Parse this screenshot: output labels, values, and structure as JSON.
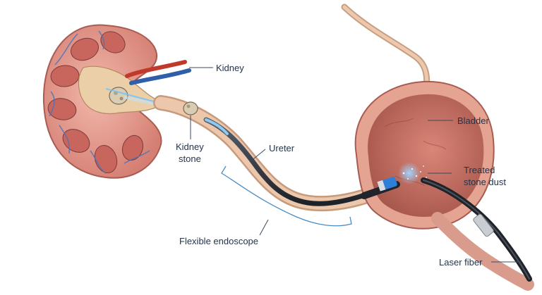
{
  "labels": {
    "kidney": "Kidney",
    "kidney_stone_line1": "Kidney",
    "kidney_stone_line2": "stone",
    "ureter": "Ureter",
    "bladder": "Bladder",
    "treated_line1": "Treated",
    "treated_line2": "stone dust",
    "flexible_endoscope": "Flexible endoscope",
    "laser_fiber": "Laser fiber"
  },
  "colors": {
    "kidney_cortex": "#e59c8f",
    "kidney_pyramid": "#c8665e",
    "renal_pelvis": "#e8c9a3",
    "artery": "#c0392b",
    "vein": "#2e5fa8",
    "ureter": "#e4b99e",
    "bladder_wall": "#e0907f",
    "bladder_lumen": "#c56a5c",
    "endoscope": "#2b2f36",
    "laser": "#2d8be0",
    "leader": "#3b4a5c"
  }
}
